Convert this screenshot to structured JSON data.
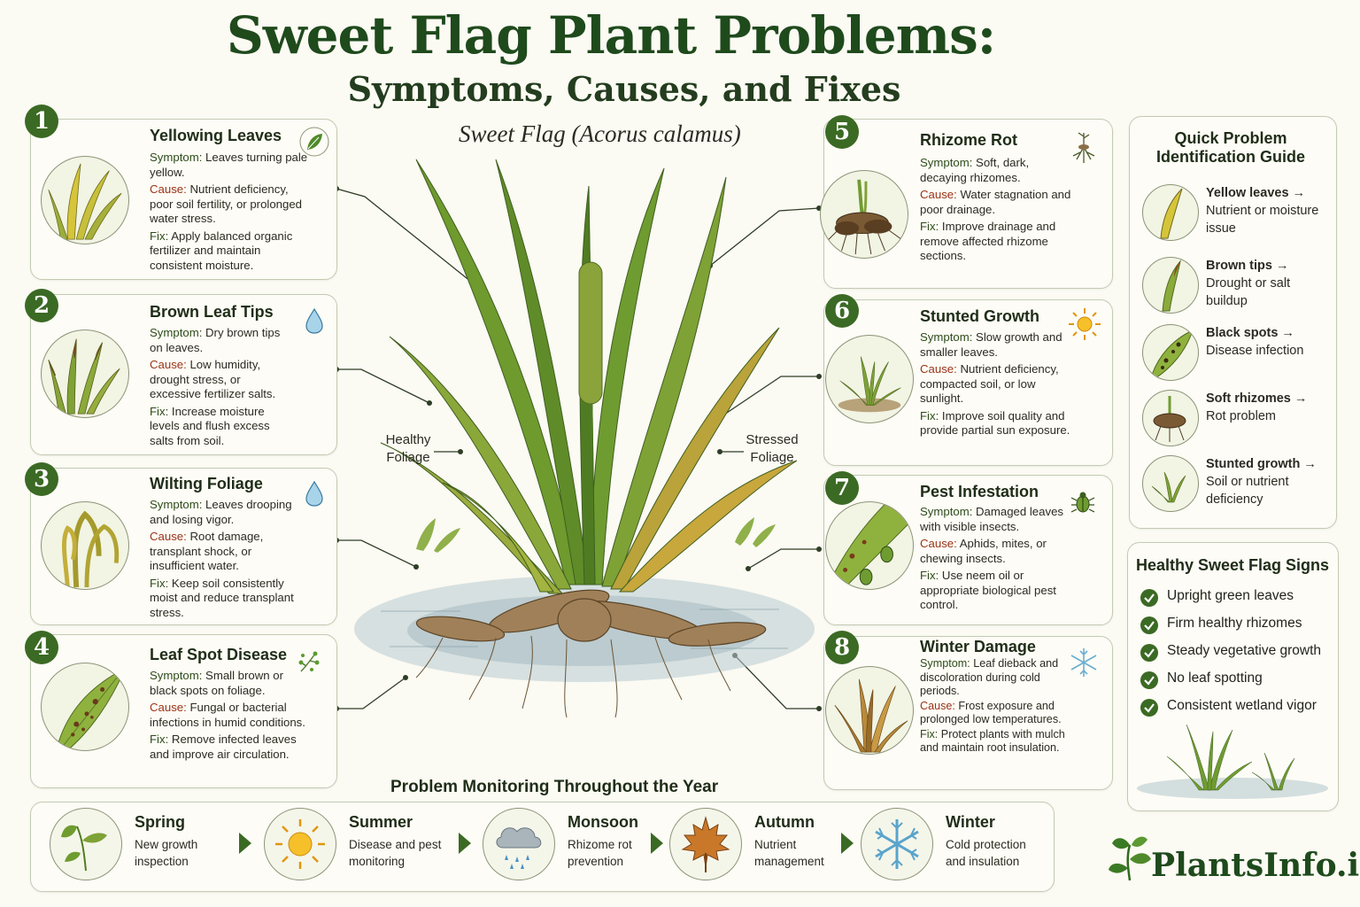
{
  "title": "Sweet Flag Plant Problems:",
  "subtitle": "Symptoms, Causes, and Fixes",
  "plant_caption": "Sweet Flag (Acorus calamus)",
  "labels": {
    "symptom": "Symptom:",
    "cause": "Cause:",
    "fix": "Fix:"
  },
  "plant_labels": {
    "healthy": "Healthy Foliage",
    "stressed": "Stressed Foliage"
  },
  "problems": [
    {
      "num": "1",
      "title": "Yellowing Leaves",
      "symptom": "Leaves turning pale yellow.",
      "cause": "Nutrient deficiency, poor soil fertility, or prolonged water stress.",
      "fix": "Apply balanced organic fertilizer and maintain consistent moisture.",
      "icon": "leaf-icon"
    },
    {
      "num": "2",
      "title": "Brown Leaf Tips",
      "symptom": "Dry brown tips on leaves.",
      "cause": "Low humidity, drought stress, or excessive fertilizer salts.",
      "fix": "Increase moisture levels and flush excess salts from soil.",
      "icon": "water-drop-icon"
    },
    {
      "num": "3",
      "title": "Wilting Foliage",
      "symptom": "Leaves drooping and losing vigor.",
      "cause": "Root damage, transplant shock, or insufficient water.",
      "fix": "Keep soil consistently moist and reduce transplant stress.",
      "icon": "water-drop-icon"
    },
    {
      "num": "4",
      "title": "Leaf Spot Disease",
      "symptom": "Small brown or black spots on foliage.",
      "cause": "Fungal or bacterial infections in humid conditions.",
      "fix": "Remove infected leaves and improve air circulation.",
      "icon": "fungus-icon"
    },
    {
      "num": "5",
      "title": "Rhizome Rot",
      "symptom": "Soft, dark, decaying rhizomes.",
      "cause": "Water stagnation and poor drainage.",
      "fix": "Improve drainage and remove affected rhizome sections.",
      "icon": "roots-icon"
    },
    {
      "num": "6",
      "title": "Stunted Growth",
      "symptom": "Slow growth and smaller leaves.",
      "cause": "Nutrient deficiency, compacted soil, or low sunlight.",
      "fix": "Improve soil quality and provide partial sun exposure.",
      "icon": "sun-icon"
    },
    {
      "num": "7",
      "title": "Pest Infestation",
      "symptom": "Damaged leaves with visible insects.",
      "cause": "Aphids, mites, or chewing insects.",
      "fix": "Use neem oil or appropriate biological pest control.",
      "icon": "beetle-icon"
    },
    {
      "num": "8",
      "title": "Winter Damage",
      "symptom": "Leaf dieback and discoloration during cold periods.",
      "cause": "Frost exposure and prolonged low temperatures.",
      "fix": "Protect plants with mulch and maintain root insulation.",
      "icon": "snowflake-icon"
    }
  ],
  "guide": {
    "title": "Quick Problem Identification Guide",
    "items": [
      {
        "key": "Yellow leaves →",
        "value": "Nutrient or moisture issue"
      },
      {
        "key": "Brown tips →",
        "value": "Drought or salt buildup"
      },
      {
        "key": "Black spots →",
        "value": "Disease infection"
      },
      {
        "key": "Soft rhizomes →",
        "value": "Rot problem"
      },
      {
        "key": "Stunted growth →",
        "value": "Soil or nutrient deficiency"
      }
    ]
  },
  "healthy": {
    "title": "Healthy Sweet Flag Signs",
    "items": [
      "Upright green leaves",
      "Firm healthy rhizomes",
      "Steady vegetative growth",
      "No leaf spotting",
      "Consistent wetland vigor"
    ]
  },
  "monitoring": {
    "title": "Problem Monitoring Throughout the Year",
    "seasons": [
      {
        "name": "Spring",
        "desc": "New growth inspection",
        "icon": "sprout-icon"
      },
      {
        "name": "Summer",
        "desc": "Disease and pest monitoring",
        "icon": "sun-icon"
      },
      {
        "name": "Monsoon",
        "desc": "Rhizome rot prevention",
        "icon": "rain-cloud-icon"
      },
      {
        "name": "Autumn",
        "desc": "Nutrient management",
        "icon": "maple-leaf-icon"
      },
      {
        "name": "Winter",
        "desc": "Cold protection and insulation",
        "icon": "snowflake-icon"
      }
    ]
  },
  "brand": "PlantsInfo.in",
  "colors": {
    "primary": "#3b6a24",
    "title": "#1f4a1c",
    "cause": "#9a3318",
    "border": "#c3cbb3"
  }
}
